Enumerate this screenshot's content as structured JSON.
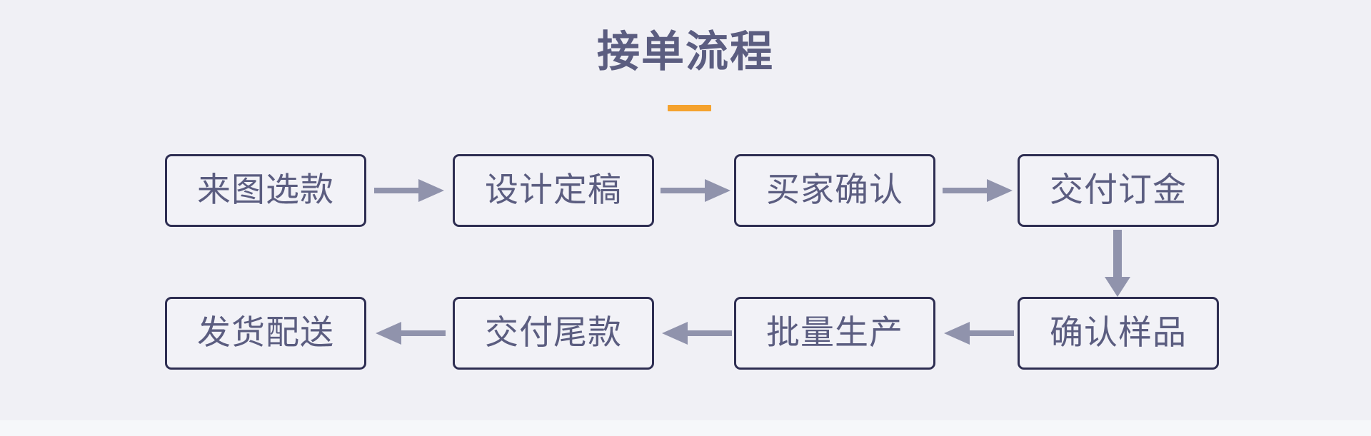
{
  "page": {
    "background_color": "#f0f0f5",
    "footer_color": "#f6f7fa"
  },
  "header": {
    "title": "接单流程",
    "title_color": "#5b5d80",
    "accent_color": "#f5a22d"
  },
  "flow": {
    "box_border_color": "#2e2e52",
    "box_fill_color": "#f2f2f7",
    "box_text_color": "#5b5d80",
    "arrow_color": "#9093ac",
    "row1": [
      {
        "label": "来图选款"
      },
      {
        "label": "设计定稿"
      },
      {
        "label": "买家确认"
      },
      {
        "label": "交付订金"
      }
    ],
    "row2": [
      {
        "label": "确认样品"
      },
      {
        "label": "批量生产"
      },
      {
        "label": "交付尾款"
      },
      {
        "label": "发货配送"
      }
    ],
    "connectors": [
      {
        "name": "arrow-right-1",
        "direction": "right"
      },
      {
        "name": "arrow-right-2",
        "direction": "right"
      },
      {
        "name": "arrow-right-3",
        "direction": "right"
      },
      {
        "name": "arrow-down-1",
        "direction": "down"
      },
      {
        "name": "arrow-left-1",
        "direction": "left"
      },
      {
        "name": "arrow-left-2",
        "direction": "left"
      },
      {
        "name": "arrow-left-3",
        "direction": "left"
      }
    ]
  }
}
